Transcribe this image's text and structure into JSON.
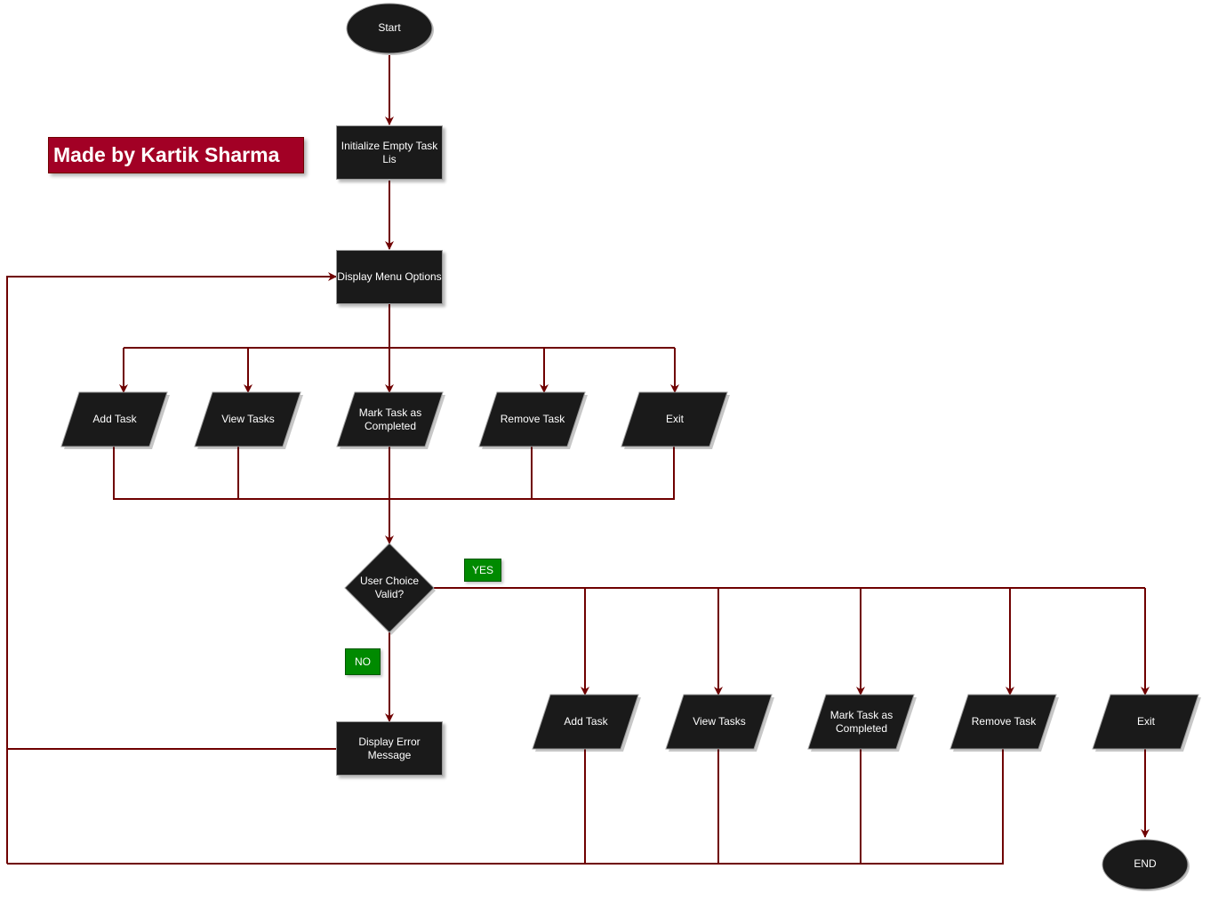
{
  "colors": {
    "connector": "#6f0000",
    "node_fill": "#1a1a1a",
    "node_stroke": "#9a9a9a",
    "yes_no_tag": "#008a00",
    "banner": "#a20025"
  },
  "banner": {
    "text": "Made by Kartik Sharma"
  },
  "nodes": {
    "start": "Start",
    "init": "Initialize Empty Task Lis",
    "menu": "Display Menu Options",
    "opt_add": "Add Task",
    "opt_view": "View Tasks",
    "opt_mark": "Mark Task as Completed",
    "opt_remove": "Remove Task",
    "opt_exit": "Exit",
    "decision": "User Choice Valid?",
    "error": "Display Error Message",
    "act_add": "Add Task",
    "act_view": "View Tasks",
    "act_mark": "Mark Task as Completed",
    "act_remove": "Remove Task",
    "act_exit": "Exit",
    "end": "END"
  },
  "labels": {
    "yes": "YES",
    "no": "NO"
  }
}
